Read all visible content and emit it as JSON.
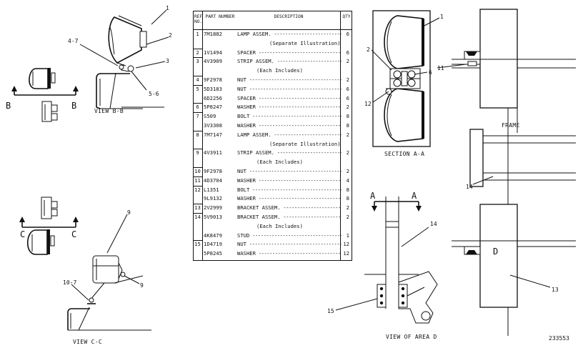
{
  "table": {
    "headers": {
      "ref": "REF NO.",
      "part": "PART NUMBER",
      "description": "DESCRIPTION",
      "qty": "QTY"
    },
    "rows": [
      {
        "ref": "1",
        "part": "7M1882",
        "description": "LAMP ASSEM.",
        "qty": "6"
      },
      {
        "ref": "",
        "part": "",
        "description": "(Separate Illustration)",
        "qty": ""
      },
      {
        "ref": "2",
        "part": "1V1494",
        "description": "SPACER",
        "qty": "6"
      },
      {
        "ref": "3",
        "part": "4V3909",
        "description": "STRIP ASSEM.",
        "qty": "2"
      },
      {
        "ref": "",
        "part": "",
        "description": "(Each Includes)",
        "qty": ""
      },
      {
        "ref": "4",
        "part": "9F2978",
        "description": "NUT",
        "qty": "2"
      },
      {
        "ref": "5",
        "part": "5D3183",
        "description": "NUT",
        "qty": "6"
      },
      {
        "ref": "",
        "part": "6D2256",
        "description": "SPACER",
        "qty": "6"
      },
      {
        "ref": "6",
        "part": "5P8247",
        "description": "WASHER",
        "qty": "2"
      },
      {
        "ref": "7",
        "part": "S509",
        "description": "BOLT",
        "qty": "8"
      },
      {
        "ref": "",
        "part": "3V3308",
        "description": "WASHER",
        "qty": "8"
      },
      {
        "ref": "8",
        "part": "7M7147",
        "description": "LAMP ASSEM.",
        "qty": "2"
      },
      {
        "ref": "",
        "part": "",
        "description": "(Separate Illustration)",
        "qty": ""
      },
      {
        "ref": "9",
        "part": "4V3911",
        "description": "STRIP ASSEM.",
        "qty": "2"
      },
      {
        "ref": "",
        "part": "",
        "description": "(Each Includes)",
        "qty": ""
      },
      {
        "ref": "10",
        "part": "9F2978",
        "description": "NUT",
        "qty": "2"
      },
      {
        "ref": "11",
        "part": "4D3704",
        "description": "WASHER",
        "qty": "4"
      },
      {
        "ref": "12",
        "part": "L1351",
        "description": "BOLT",
        "qty": "8"
      },
      {
        "ref": "",
        "part": "9L9132",
        "description": "WASHER",
        "qty": "8"
      },
      {
        "ref": "13",
        "part": "2V2999",
        "description": "BRACKET ASSEM.",
        "qty": "2"
      },
      {
        "ref": "14",
        "part": "5V9013",
        "description": "BRACKET ASSEM.",
        "qty": "2"
      },
      {
        "ref": "",
        "part": "",
        "description": "(Each Includes)",
        "qty": ""
      },
      {
        "ref": "",
        "part": "4K8479",
        "description": "STUD",
        "qty": "1"
      },
      {
        "ref": "15",
        "part": "1D4719",
        "description": "NUT",
        "qty": "12"
      },
      {
        "ref": "",
        "part": "5P8245",
        "description": "WASHER",
        "qty": "12"
      }
    ]
  },
  "views": {
    "view_bb": "VIEW B-B",
    "view_cc": "VIEW C-C",
    "section_aa": "SECTION A-A",
    "view_area_d": "VIEW OF AREA D",
    "frame": "FRAME"
  },
  "callouts": {
    "c1a": "1",
    "c2a": "2",
    "c3a": "3",
    "c47": "4-7",
    "c56": "5-6",
    "c9a": "9",
    "c9b": "9",
    "c107": "10-7",
    "s1": "1",
    "s2": "2",
    "s6": "6",
    "s12": "12",
    "f11": "11",
    "f14": "14",
    "f13": "13",
    "d14": "14",
    "d15": "15"
  },
  "section_marks": {
    "b_left": "B",
    "b_right": "B",
    "c_left": "C",
    "c_right": "C",
    "a_left": "A",
    "a_right": "A",
    "d": "D"
  },
  "drawing_number": "233553"
}
